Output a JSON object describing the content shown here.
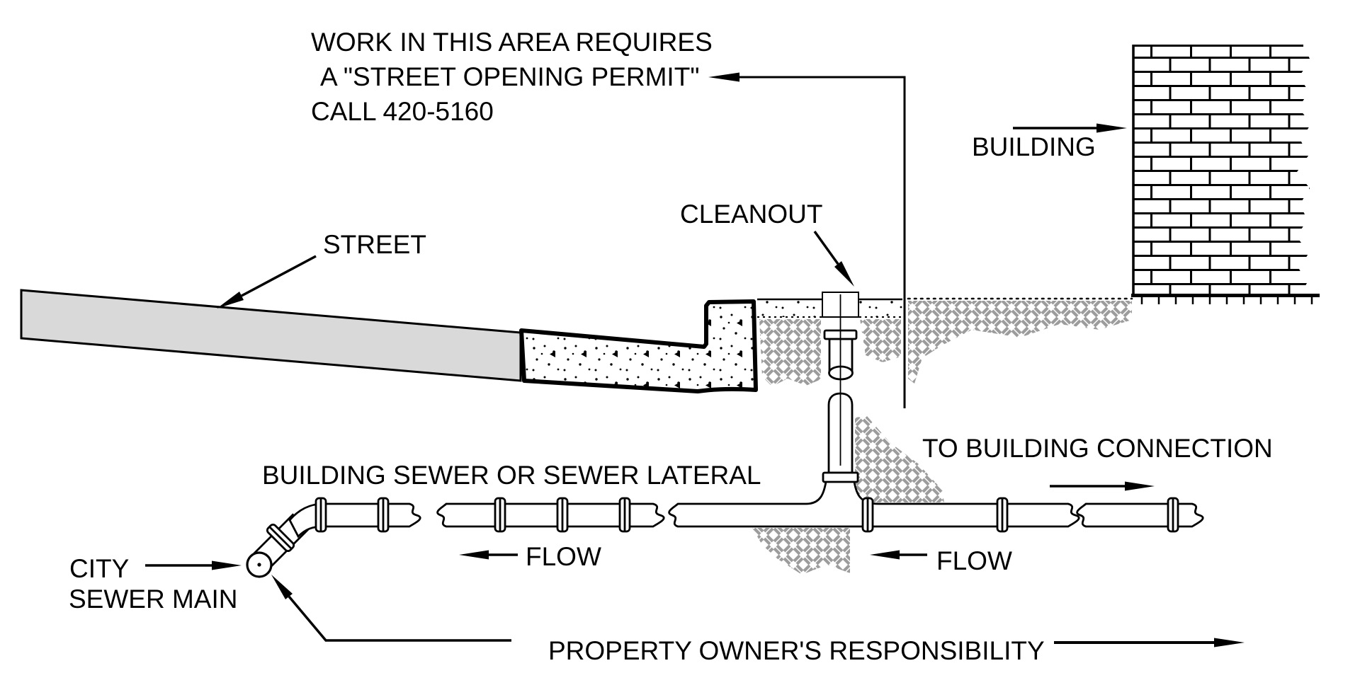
{
  "diagram": {
    "title": "Building sewer lateral / street opening permit diagram",
    "annotations": {
      "permit_note": {
        "line1": "WORK IN THIS AREA REQUIRES",
        "line2": "A \"STREET OPENING PERMIT\"",
        "line3": "CALL 420-5160"
      },
      "street": "STREET",
      "building": "BUILDING",
      "cleanout": "CLEANOUT",
      "to_building_connection": "TO BUILDING CONNECTION",
      "building_sewer_or_sewer_lateral": "BUILDING SEWER OR SEWER LATERAL",
      "flow_left": "FLOW",
      "flow_right": "FLOW",
      "city_sewer_main": {
        "line1": "CITY",
        "line2": "SEWER MAIN"
      },
      "property_owners_responsibility": "PROPERTY OWNER'S RESPONSIBILITY"
    },
    "colors": {
      "line": "#000000",
      "street_fill": "#d9d9d9",
      "soil_hatch": "#9c9c9c",
      "background": "#ffffff"
    }
  }
}
